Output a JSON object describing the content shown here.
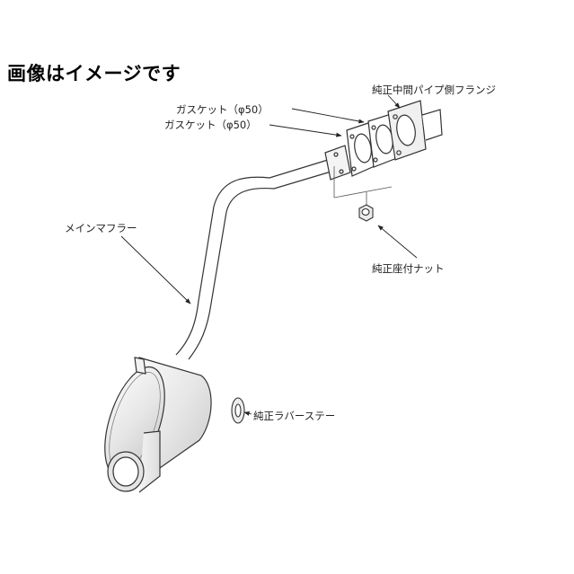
{
  "heading": "画像はイメージです",
  "labels": {
    "flange": "純正中間パイプ側フランジ",
    "gasket_1": "ガスケット（φ50）",
    "gasket_2": "ガスケット（φ50）",
    "main_muffler": "メインマフラー",
    "nut": "純正座付ナット",
    "rubber_stay": "純正ラバーステー"
  }
}
